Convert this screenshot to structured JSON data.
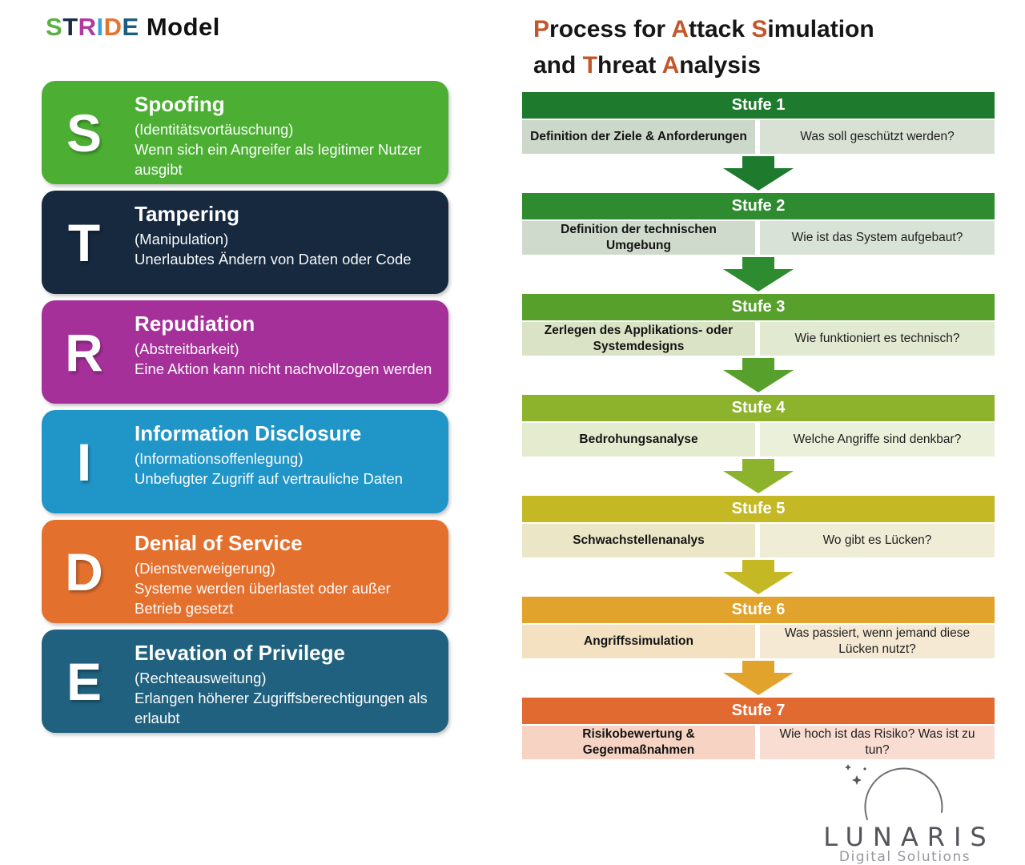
{
  "left_panel": {
    "title": {
      "letters": [
        {
          "ch": "S",
          "color": "#5ab040"
        },
        {
          "ch": "T",
          "color": "#1b2b45"
        },
        {
          "ch": "R",
          "color": "#b03aa0"
        },
        {
          "ch": "I",
          "color": "#38a3d8"
        },
        {
          "ch": "D",
          "color": "#e8732e"
        },
        {
          "ch": "E",
          "color": "#1d5d7d"
        }
      ],
      "rest": " Model"
    },
    "items": [
      {
        "letter": "S",
        "title": "Spoofing",
        "subtitle": "(Identitätsvortäuschung)",
        "description": "Wenn sich ein Angreifer als legitimer Nutzer ausgibt",
        "color": "#4caf34"
      },
      {
        "letter": "T",
        "title": "Tampering",
        "subtitle": "(Manipulation)",
        "description": "Unerlaubtes Ändern von Daten oder Code",
        "color": "#16293f"
      },
      {
        "letter": "R",
        "title": "Repudiation",
        "subtitle": "(Abstreitbarkeit)",
        "description": "Eine Aktion kann nicht nachvollzogen werden",
        "color": "#a6309a"
      },
      {
        "letter": "I",
        "title": "Information Disclosure",
        "subtitle": "(Informationsoffenlegung)",
        "description": "Unbefugter Zugriff auf vertrauliche Daten",
        "color": "#2095c8"
      },
      {
        "letter": "D",
        "title": "Denial of Service",
        "subtitle": "(Dienstverweigerung)",
        "description": "Systeme werden überlastet oder außer Betrieb gesetzt",
        "color": "#e4702e"
      },
      {
        "letter": "E",
        "title": "Elevation of Privilege",
        "subtitle": "(Rechteausweitung)",
        "description": "Erlangen höherer Zugriffsberechtigungen als erlaubt",
        "color": "#20617f"
      }
    ]
  },
  "right_panel": {
    "title": {
      "accent_color": "#c2572c",
      "line1": [
        {
          "text": "P"
        },
        {
          "text": "rocess for "
        },
        {
          "text": "A"
        },
        {
          "text": "ttack "
        },
        {
          "text": "S"
        },
        {
          "text": "imulation"
        }
      ],
      "line2": [
        {
          "text": "and "
        },
        {
          "text": "T"
        },
        {
          "text": "hreat "
        },
        {
          "text": "A"
        },
        {
          "text": "nalysis"
        }
      ]
    },
    "stages": [
      {
        "label": "Stufe 1",
        "left": "Definition der Ziele & Anforderungen",
        "right": "Was soll geschützt werden?",
        "header_color": "#1e7a2d",
        "cell_left_color": "#ccd8c9",
        "cell_right_color": "#d8e1d4"
      },
      {
        "label": "Stufe 2",
        "left": "Definition der technischen Umgebung",
        "right": "Wie ist das System aufgebaut?",
        "header_color": "#2f8b2f",
        "cell_left_color": "#cfdacc",
        "cell_right_color": "#d9e2d6"
      },
      {
        "label": "Stufe 3",
        "left": "Zerlegen des Applikations- oder Systemdesigns",
        "right": "Wie funktioniert es technisch?",
        "header_color": "#57a02c",
        "cell_left_color": "#dae3c5",
        "cell_right_color": "#e2e9d1"
      },
      {
        "label": "Stufe 4",
        "left": "Bedrohungsanalyse",
        "right": "Welche Angriffe sind denkbar?",
        "header_color": "#8db32c",
        "cell_left_color": "#e5ebce",
        "cell_right_color": "#ebf0da"
      },
      {
        "label": "Stufe 5",
        "left": "Schwachstellenanalys",
        "right": "Wo gibt es Lücken?",
        "header_color": "#c4b825",
        "cell_left_color": "#ebe7c6",
        "cell_right_color": "#f0edd6"
      },
      {
        "label": "Stufe 6",
        "left": "Angriffssimulation",
        "right": "Was passiert, wenn jemand diese Lücken nutzt?",
        "header_color": "#e2a32c",
        "cell_left_color": "#f3e1c1",
        "cell_right_color": "#f6e9d3"
      },
      {
        "label": "Stufe 7",
        "left": "Risikobewertung & Gegenmaßnahmen",
        "right": "Wie hoch ist das Risiko? Was ist zu tun?",
        "header_color": "#e16a31",
        "cell_left_color": "#f6d3c3",
        "cell_right_color": "#f9ddd2"
      }
    ]
  },
  "logo": {
    "name": "LUNARIS",
    "tagline": "Digital Solutions",
    "name_color": "#54545a",
    "tagline_color": "#98989e"
  }
}
